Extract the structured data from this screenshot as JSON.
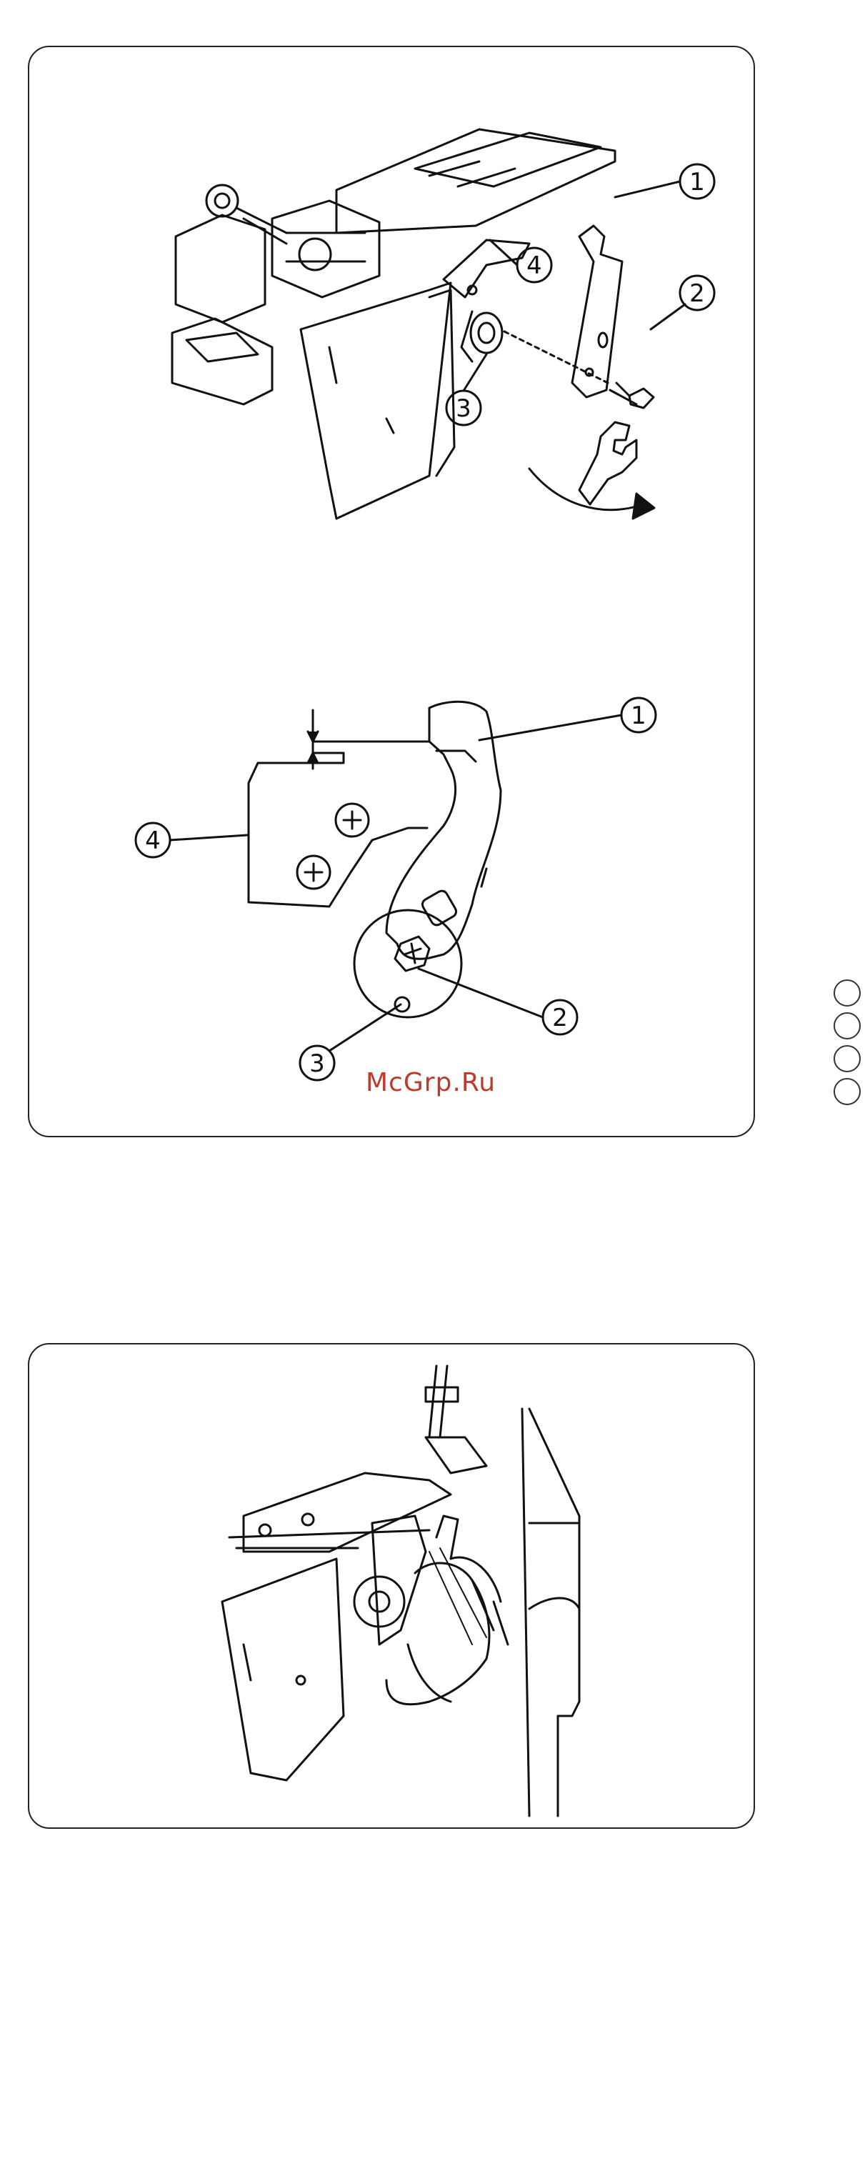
{
  "figure1": {
    "callouts": [
      "1",
      "2",
      "3",
      "4"
    ]
  },
  "figure2": {
    "callouts": [
      "1",
      "2",
      "3",
      "4"
    ]
  },
  "watermark": "McGrp.Ru"
}
